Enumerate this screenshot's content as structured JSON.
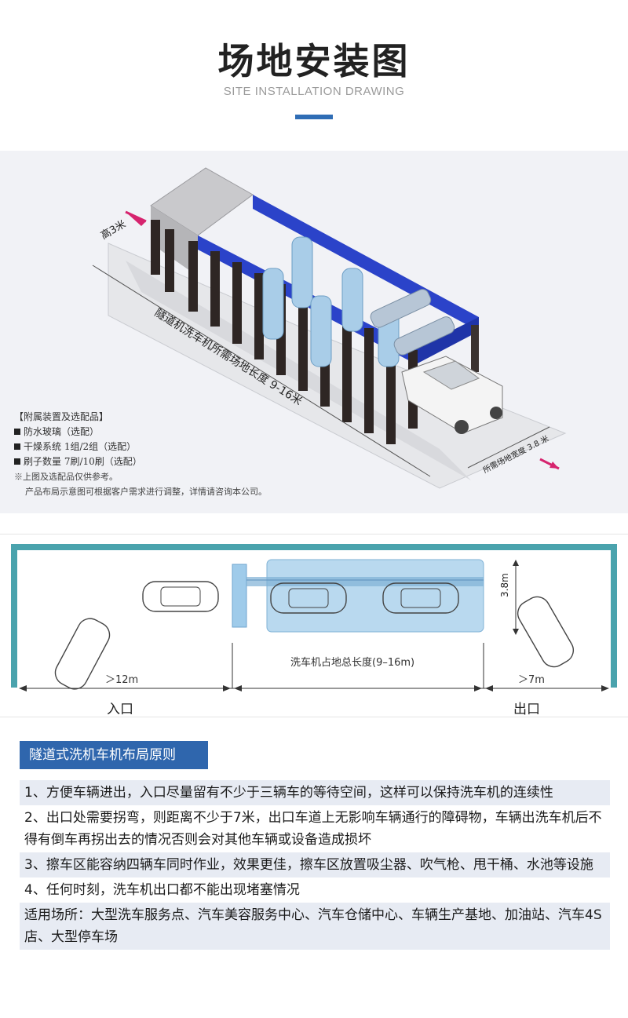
{
  "header": {
    "title": "场地安装图",
    "subtitle": "SITE INSTALLATION DRAWING"
  },
  "drawing": {
    "height_label": "高3米",
    "length_label": "隧道机洗车机所需场地长度 9-16米",
    "width_label": "所需场地宽度 3.8 米",
    "legend": {
      "title": "【附属装置及选配品】",
      "items": [
        "防水玻璃（选配）",
        "干燥系统  1组/2组（选配）",
        "刷子数量  7刷/10刷（选配）"
      ],
      "note1": "※上图及选配品仅供参考。",
      "note2": "产品布局示意图可根据客户需求进行调整，详情请咨询本公司。"
    }
  },
  "plan": {
    "height_label": "3.8m",
    "machine_length_label": "洗车机占地总长度(9–16m)",
    "entry_distance": "＞12m",
    "exit_distance": "＞7m",
    "entry_label": "入口",
    "exit_label": "出口"
  },
  "principles": {
    "heading": "隧道式洗机车机布局原则",
    "rules": [
      "1、方便车辆进出，入口尽量留有不少于三辆车的等待空间，这样可以保持洗车机的连续性",
      "2、出口处需要拐弯，则距离不少于7米，出口车道上无影响车辆通行的障碍物，车辆出洗车机后不得有倒车再拐出去的情况否则会对其他车辆或设备造成损坏",
      "3、擦车区能容纳四辆车同时作业，效果更佳，擦车区放置吸尘器、吹气枪、甩干桶、水池等设施",
      " 4、任何时刻，洗车机出口都不能出现堵塞情况",
      "适用场所：大型洗车服务点、汽车美容服务中心、汽车仓储中心、车辆生产基地、加油站、汽车4S店、大型停车场"
    ]
  },
  "colors": {
    "accent": "#2f6db5",
    "frame_blue": "#2b43c9",
    "arrow_pink": "#d6246e",
    "plan_teal": "#4aa3ad",
    "machine_light_blue": "#b9d9ef"
  }
}
